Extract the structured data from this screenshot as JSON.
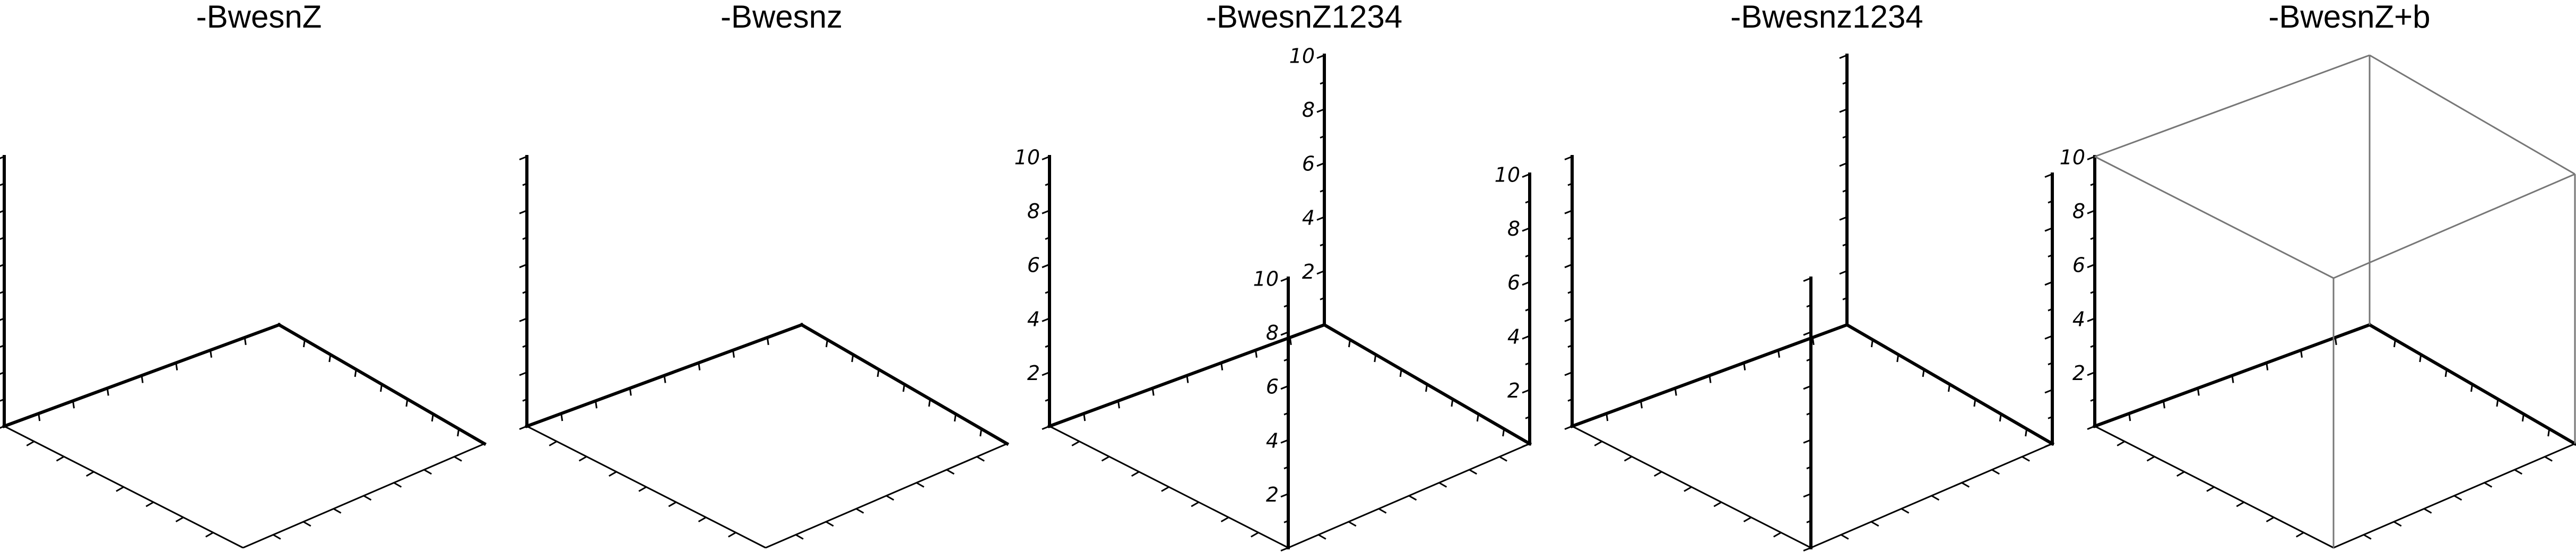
{
  "panels": [
    {
      "title": "-BwesnZ",
      "z_axes": [
        "left"
      ],
      "z_labelled": true,
      "box": false,
      "vertical_lines_extra": []
    },
    {
      "title": "-Bwesnz",
      "z_axes": [
        "left"
      ],
      "z_labelled": false,
      "box": false,
      "vertical_lines_extra": []
    },
    {
      "title": "-BwesnZ1234",
      "z_axes": [
        "1",
        "2",
        "3",
        "4"
      ],
      "z_labelled": true,
      "box": false,
      "vertical_lines_extra": []
    },
    {
      "title": "-Bwesnz1234",
      "z_axes": [
        "1",
        "2",
        "3",
        "4"
      ],
      "z_labelled": false,
      "box": false,
      "vertical_lines_extra": []
    },
    {
      "title": "-BwesnZ+b",
      "z_axes": [
        "left"
      ],
      "z_labelled": true,
      "box": true,
      "vertical_lines_extra": []
    }
  ],
  "z_ticks": [
    "2",
    "4",
    "6",
    "8",
    "10"
  ],
  "z_range": [
    0,
    10
  ],
  "colors": {
    "axis": "#000000",
    "box": "#777777",
    "background": "#ffffff"
  }
}
